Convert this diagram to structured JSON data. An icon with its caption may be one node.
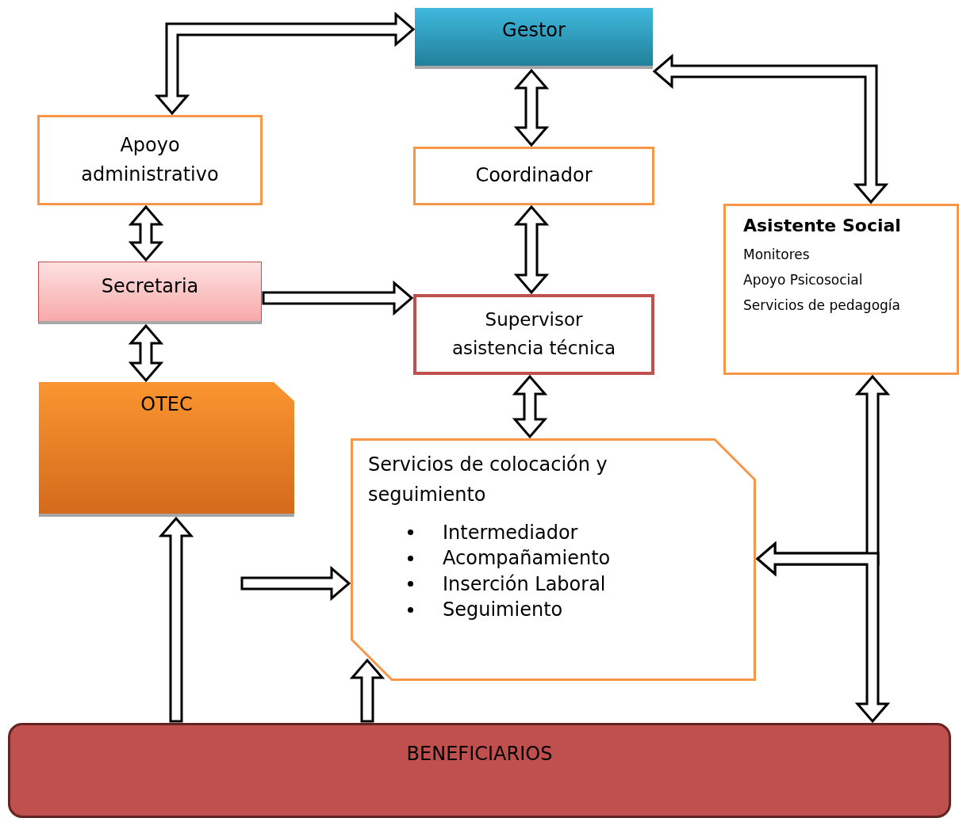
{
  "diagram": {
    "nodes": [
      {
        "text": [
          "Gestor"
        ]
      },
      {
        "text": [
          "Apoyo administrativo"
        ]
      },
      {
        "text": [
          "Coordinador"
        ]
      },
      {
        "text": [
          "Asistente Social",
          "Monitores",
          "Apoyo Psicosocial",
          "Servicios de pedagogía"
        ]
      },
      {
        "text": [
          "Secretaria"
        ]
      },
      {
        "text": [
          "Supervisor asistencia técnica"
        ]
      },
      {
        "text": [
          "OTEC"
        ]
      },
      {
        "text": [
          "Servicios de colocación y seguimiento",
          "Intermediador",
          "Acompañamiento",
          "Inserción Laboral",
          "Seguimiento"
        ]
      },
      {
        "text": [
          "BENEFICIARIOS"
        ]
      }
    ],
    "edges": [
      {
        "from": 1,
        "to": 0,
        "arrow": "both"
      },
      {
        "from": 0,
        "to": 2,
        "arrow": "both"
      },
      {
        "from": 2,
        "to": 5,
        "arrow": "both"
      },
      {
        "from": 1,
        "to": 4,
        "arrow": "both"
      },
      {
        "from": 4,
        "to": 6,
        "arrow": "both"
      },
      {
        "from": 4,
        "to": 5,
        "arrow": "to"
      },
      {
        "from": 5,
        "to": 7,
        "arrow": "both"
      },
      {
        "from": 0,
        "to": 3,
        "arrow": "both"
      },
      {
        "from": 3,
        "to": 7,
        "arrow": "both"
      },
      {
        "from": 8,
        "to": 7,
        "arrow": "both"
      },
      {
        "from": 8,
        "to": 6,
        "arrow": "to"
      },
      {
        "from": null,
        "to": 7,
        "arrow": "to"
      },
      {
        "from": 8,
        "to": 7,
        "arrow": "to"
      }
    ]
  }
}
